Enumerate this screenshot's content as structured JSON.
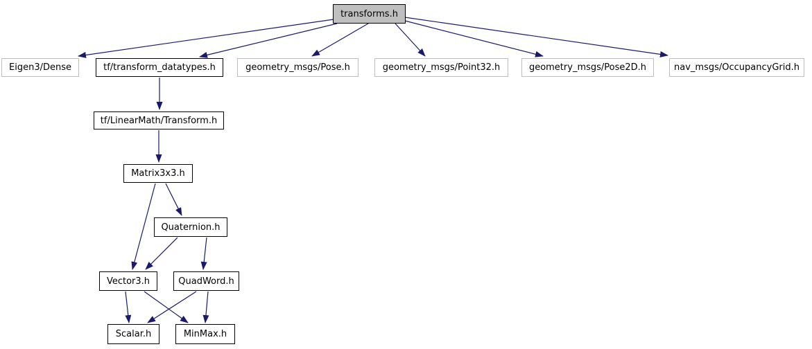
{
  "diagram": {
    "type": "include-dependency-graph",
    "root_label": "transforms.h",
    "colors": {
      "background": "#ffffff",
      "edge": "#191970",
      "node_fill": "#ffffff",
      "root_fill": "#bfbfbf",
      "internal_border": "#000000",
      "external_border": "#bebebe",
      "text": "#000000"
    },
    "nodes": [
      {
        "id": "transforms",
        "label": "transforms.h",
        "kind": "root"
      },
      {
        "id": "eigen3-dense",
        "label": "Eigen3/Dense",
        "kind": "external"
      },
      {
        "id": "tf-transform-datatypes",
        "label": "tf/transform_datatypes.h",
        "kind": "internal"
      },
      {
        "id": "geometry-msgs-pose",
        "label": "geometry_msgs/Pose.h",
        "kind": "external"
      },
      {
        "id": "geometry-msgs-point32",
        "label": "geometry_msgs/Point32.h",
        "kind": "external"
      },
      {
        "id": "geometry-msgs-pose2d",
        "label": "geometry_msgs/Pose2D.h",
        "kind": "external"
      },
      {
        "id": "nav-msgs-occupancygrid",
        "label": "nav_msgs/OccupancyGrid.h",
        "kind": "external"
      },
      {
        "id": "tf-linearmath-transform",
        "label": "tf/LinearMath/Transform.h",
        "kind": "internal"
      },
      {
        "id": "matrix3x3",
        "label": "Matrix3x3.h",
        "kind": "internal"
      },
      {
        "id": "quaternion",
        "label": "Quaternion.h",
        "kind": "internal"
      },
      {
        "id": "vector3",
        "label": "Vector3.h",
        "kind": "internal"
      },
      {
        "id": "quadword",
        "label": "QuadWord.h",
        "kind": "internal"
      },
      {
        "id": "scalar",
        "label": "Scalar.h",
        "kind": "internal"
      },
      {
        "id": "minmax",
        "label": "MinMax.h",
        "kind": "internal"
      }
    ],
    "edges": [
      {
        "from": "transforms.h",
        "to": "Eigen3/Dense"
      },
      {
        "from": "transforms.h",
        "to": "tf/transform_datatypes.h"
      },
      {
        "from": "transforms.h",
        "to": "geometry_msgs/Pose.h"
      },
      {
        "from": "transforms.h",
        "to": "geometry_msgs/Point32.h"
      },
      {
        "from": "transforms.h",
        "to": "geometry_msgs/Pose2D.h"
      },
      {
        "from": "transforms.h",
        "to": "nav_msgs/OccupancyGrid.h"
      },
      {
        "from": "tf/transform_datatypes.h",
        "to": "tf/LinearMath/Transform.h"
      },
      {
        "from": "tf/LinearMath/Transform.h",
        "to": "Matrix3x3.h"
      },
      {
        "from": "Matrix3x3.h",
        "to": "Quaternion.h"
      },
      {
        "from": "Matrix3x3.h",
        "to": "Vector3.h"
      },
      {
        "from": "Quaternion.h",
        "to": "Vector3.h"
      },
      {
        "from": "Quaternion.h",
        "to": "QuadWord.h"
      },
      {
        "from": "Vector3.h",
        "to": "Scalar.h"
      },
      {
        "from": "Vector3.h",
        "to": "MinMax.h"
      },
      {
        "from": "QuadWord.h",
        "to": "Scalar.h"
      },
      {
        "from": "QuadWord.h",
        "to": "MinMax.h"
      }
    ]
  }
}
